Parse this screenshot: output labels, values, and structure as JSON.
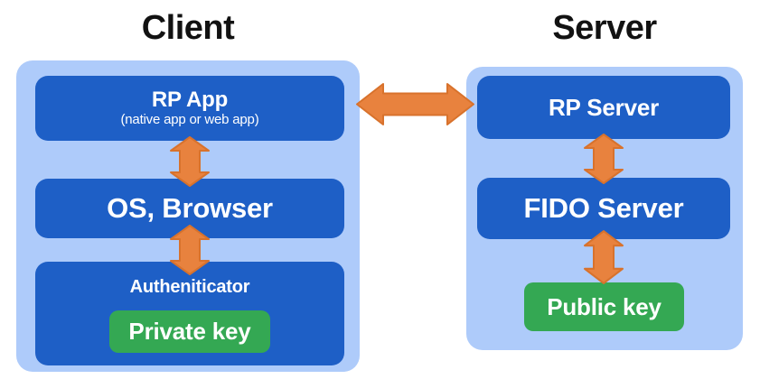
{
  "colors": {
    "container_blue": "#aecbfa",
    "box_blue": "#1e5fc6",
    "key_green": "#34a853",
    "arrow_orange": "#e8823e",
    "arrow_border": "#d8722c",
    "title_black": "#121212",
    "text_white": "#ffffff"
  },
  "client": {
    "title": "Client",
    "rp_app": {
      "label": "RP App",
      "sublabel": "(native app or web app)"
    },
    "os_browser": {
      "label": "OS, Browser"
    },
    "authenticator": {
      "label": "Autheniticator",
      "key_label": "Private key"
    }
  },
  "server": {
    "title": "Server",
    "rp_server": {
      "label": "RP Server"
    },
    "fido_server": {
      "label": "FIDO Server"
    },
    "public_key": {
      "label": "Public key"
    }
  },
  "arrows": {
    "client_server": "bidirectional arrow between RP App and RP Server",
    "rpapp_osbrowser": "bidirectional arrow between RP App and OS, Browser",
    "osbrowser_authenticator": "bidirectional arrow between OS, Browser and Authenticator",
    "rpserver_fidoserver": "bidirectional arrow between RP Server and FIDO Server",
    "fidoserver_publickey": "bidirectional arrow between FIDO Server and Public key"
  }
}
